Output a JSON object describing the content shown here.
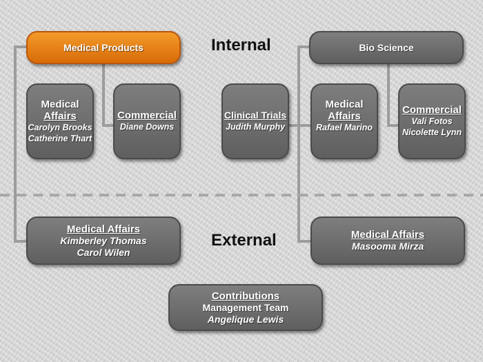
{
  "sections": {
    "internal": "Internal",
    "external": "External"
  },
  "nodes": {
    "medical_products": {
      "title": "Medical Products"
    },
    "bio_science": {
      "title": "Bio Science"
    },
    "mp_medical_affairs": {
      "title_line1": "Medical",
      "title_line2": "Affairs",
      "people": [
        "Carolyn Brooks",
        "Catherine Thart"
      ]
    },
    "mp_commercial": {
      "title": "Commercial",
      "people": [
        "Diane Downs"
      ]
    },
    "clinical_trials": {
      "title": "Clinical Trials",
      "people": [
        "Judith Murphy"
      ]
    },
    "bs_medical_affairs": {
      "title_line1": "Medical",
      "title_line2": "Affairs",
      "people": [
        "Rafael Marino"
      ]
    },
    "bs_commercial": {
      "title": "Commercial",
      "people": [
        "Vali Fotos",
        "Nicolette Lynn"
      ]
    },
    "ext_mp_medical_affairs": {
      "title": "Medical Affairs",
      "people": [
        "Kimberley Thomas",
        "Carol Wilen"
      ]
    },
    "ext_bs_medical_affairs": {
      "title": "Medical Affairs",
      "people": [
        "Masooma Mirza"
      ]
    },
    "contributions": {
      "title": "Contributions",
      "team": "Management Team",
      "people": [
        "Angelique Lewis"
      ]
    }
  },
  "colors": {
    "accent": "#e8810f",
    "box": "#6f6f6f",
    "connector": "#9c9c9c",
    "divider": "#a8a8a8"
  }
}
